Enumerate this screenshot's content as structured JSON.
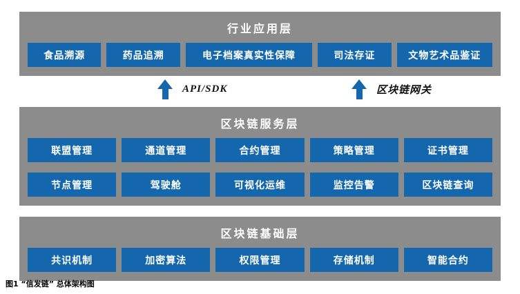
{
  "layers": [
    {
      "title": "行业应用层",
      "rows": [
        [
          "食品溯源",
          "药品追溯",
          "电子档案真实性保障",
          "司法存证",
          "文物艺术品鉴证"
        ]
      ]
    },
    {
      "title": "区块链服务层",
      "rows": [
        [
          "联盟管理",
          "通道管理",
          "合约管理",
          "策略管理",
          "证书管理"
        ],
        [
          "节点管理",
          "驾驶舱",
          "可视化运维",
          "监控告警",
          "区块链查询"
        ]
      ]
    },
    {
      "title": "区块链基础层",
      "rows": [
        [
          "共识机制",
          "加密算法",
          "权限管理",
          "存储机制",
          "智能合约"
        ]
      ]
    }
  ],
  "connectors": [
    {
      "label": "API/SDK"
    },
    {
      "label": "区块链网关"
    }
  ],
  "caption": "图1 “信发链” 总体架构图",
  "colors": {
    "layer_background": "#8c8c8c",
    "module_blue": "#1467ad",
    "arrow_blue": "#1467ad"
  }
}
